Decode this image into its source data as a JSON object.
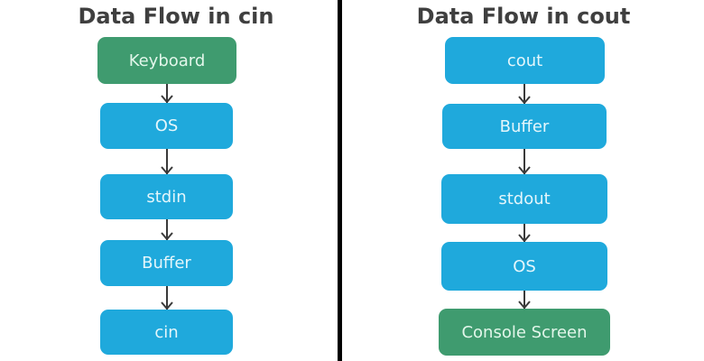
{
  "left": {
    "title": "Data Flow in cin",
    "nodes": [
      {
        "label": "Keyboard",
        "color": "#3f9b6f"
      },
      {
        "label": "OS",
        "color": "#1fa9dc"
      },
      {
        "label": "stdin",
        "color": "#1fa9dc"
      },
      {
        "label": "Buffer",
        "color": "#1fa9dc"
      },
      {
        "label": "cin",
        "color": "#1fa9dc"
      }
    ]
  },
  "right": {
    "title": "Data Flow in cout",
    "nodes": [
      {
        "label": "cout",
        "color": "#1fa9dc"
      },
      {
        "label": "Buffer",
        "color": "#1fa9dc"
      },
      {
        "label": "stdout",
        "color": "#1fa9dc"
      },
      {
        "label": "OS",
        "color": "#1fa9dc"
      },
      {
        "label": "Console Screen",
        "color": "#3f9b6f"
      }
    ]
  }
}
